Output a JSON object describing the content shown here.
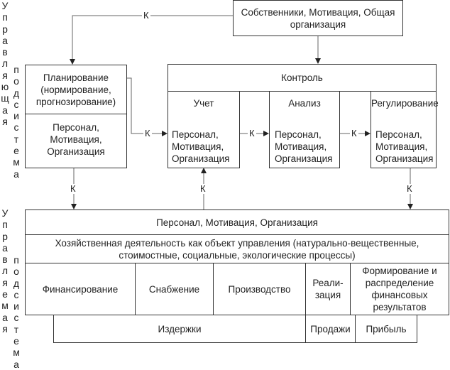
{
  "side_labels": {
    "upper_a": "Управляющая",
    "upper_b": "подсистема",
    "lower_a": "Управляемая",
    "lower_b": "подсистема"
  },
  "owners": "Собственники, Мотивация, Общая организация",
  "planning": {
    "title": "Планирование (нормирование, прогнозирование)",
    "body": "Персонал, Мотивация, Организация"
  },
  "control": {
    "title": "Контроль",
    "accounting": {
      "title": "Учет",
      "body": "Персонал, Мотивация, Организация"
    },
    "analysis": {
      "title": "Анализ",
      "body": "Персонал, Мотивация, Организация"
    },
    "regulation": {
      "title": "Регулирование",
      "body": "Персонал, Мотивация, Организация"
    }
  },
  "k_label": "К",
  "managed": {
    "header": "Персонал, Мотивация, Организация",
    "activity": "Хозяйственная деятельность как объект управления (натурально-вещественные, стоимостные, социальные, экологические процессы)",
    "cells": [
      "Финансирование",
      "Снабжение",
      "Производство",
      "Реали-зация",
      "Формирование и распределение финансовых результатов"
    ],
    "results": [
      "Издержки",
      "Продажи",
      "Прибыль"
    ]
  }
}
